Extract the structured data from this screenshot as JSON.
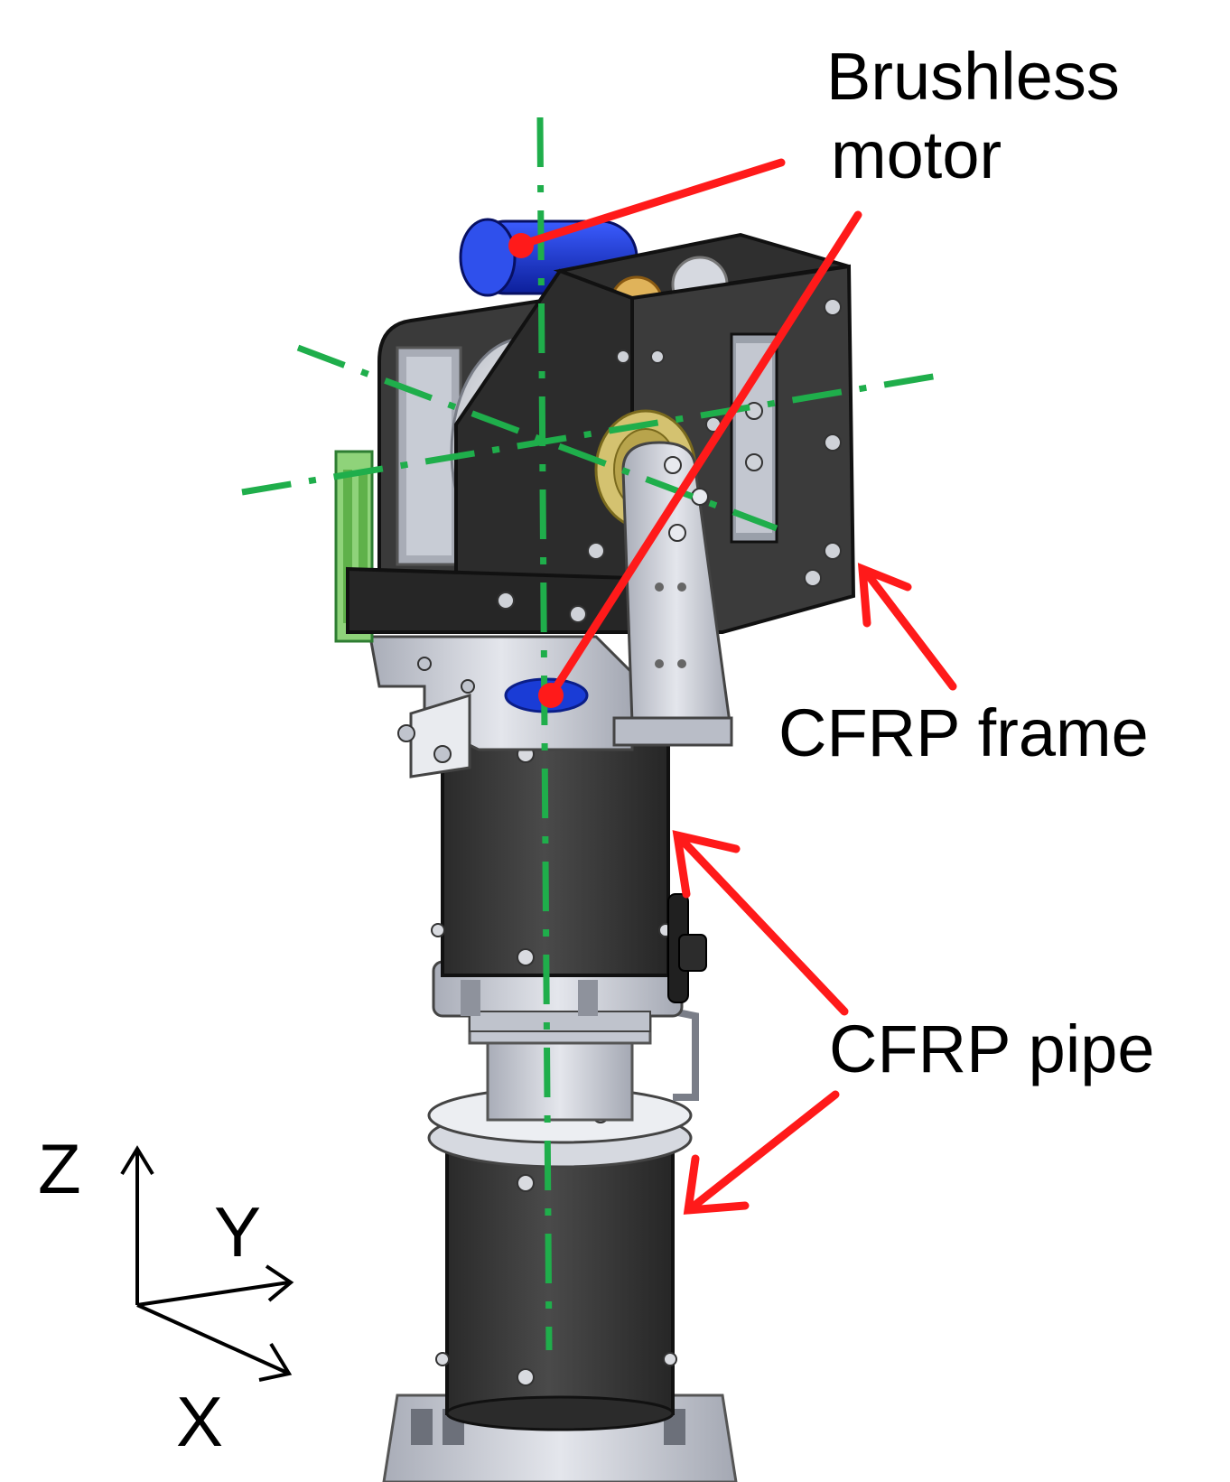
{
  "labels": {
    "brushless_line1": "Brushless",
    "brushless_line2": "motor",
    "cfrp_frame": "CFRP frame",
    "cfrp_pipe": "CFRP pipe"
  },
  "axes": {
    "z": "Z",
    "y": "Y",
    "x": "X"
  },
  "colors": {
    "annotation": "#ff1a1a",
    "centerline": "#1fae4b",
    "cfrp": "#3a3a3a",
    "motor": "#1530c8",
    "metal": "#c8ccd6",
    "bracket_green": "#7ccf6a"
  }
}
